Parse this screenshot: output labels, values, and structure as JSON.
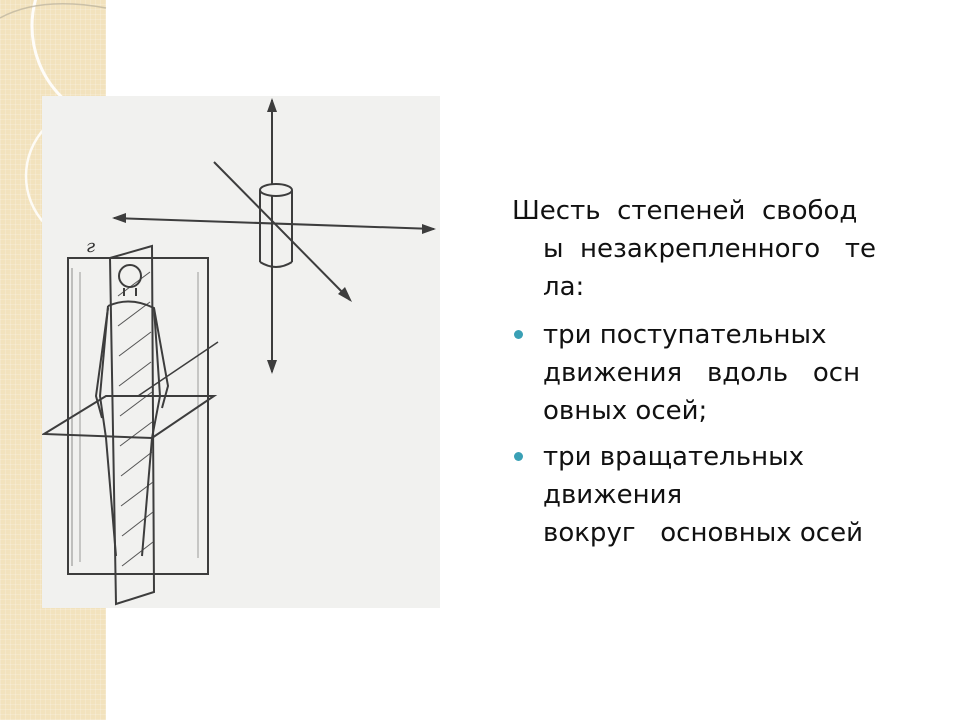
{
  "colors": {
    "band": "#f2e2bd",
    "bullet": "#3aa0b5",
    "text": "#111111"
  },
  "heading": {
    "lines": [
      "Шесть  степеней  свобод",
      "ы  незакрепленного   те",
      "ла:"
    ]
  },
  "list": [
    {
      "lines": [
        "три поступательных",
        "движения   вдоль   осн",
        "овных осей;"
      ]
    },
    {
      "lines": [
        "три вращательных",
        "движения",
        "вокруг   основных осей"
      ]
    }
  ],
  "figure": {
    "label": "г"
  }
}
